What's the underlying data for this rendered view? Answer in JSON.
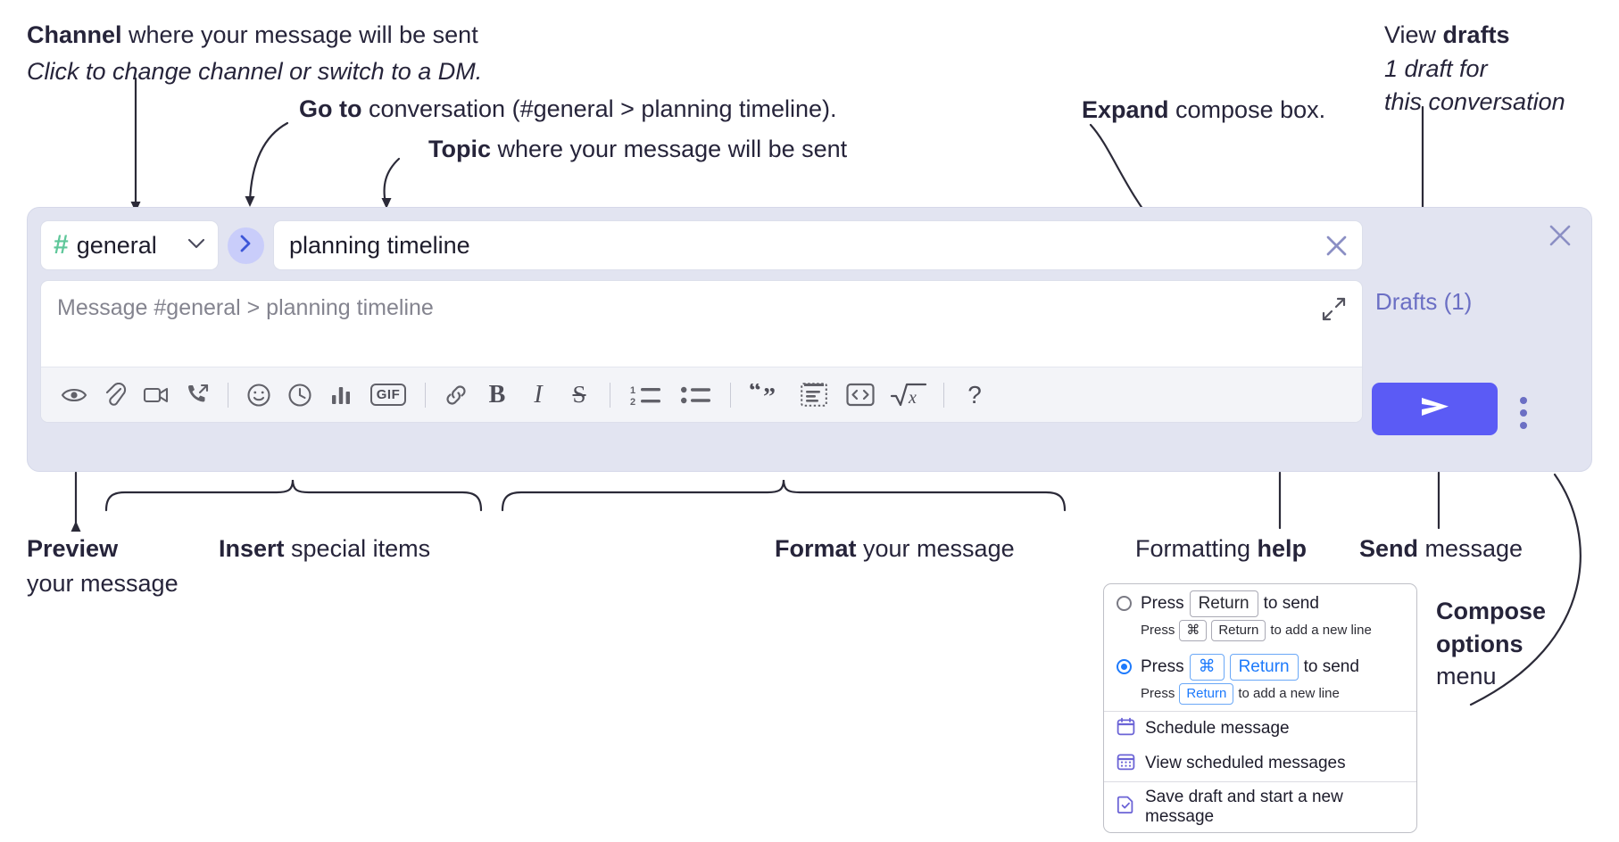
{
  "annotations": {
    "channel": {
      "bold": "Channel",
      "rest": " where your message will be sent",
      "italic": "Click to change channel or switch to a DM."
    },
    "goto": {
      "bold": "Go to",
      "rest": " conversation (#general > planning timeline)."
    },
    "topic": {
      "bold": "Topic",
      "rest": " where your message will be sent"
    },
    "expand": {
      "bold": "Expand",
      "rest": " compose box."
    },
    "drafts": {
      "lead": "View ",
      "bold": "drafts",
      "italic1": "1 draft for",
      "italic2": "this conversation"
    },
    "preview": {
      "bold": "Preview",
      "rest": "your message"
    },
    "insert": {
      "bold": "Insert",
      "rest": " special items"
    },
    "format": {
      "bold": "Format",
      "rest": " your message"
    },
    "help": {
      "lead": "Formatting ",
      "bold": "help"
    },
    "send": {
      "bold": "Send",
      "rest": " message"
    },
    "compose_options": {
      "bold1": "Compose",
      "bold2": "options",
      "rest": "menu"
    }
  },
  "compose": {
    "channel_name": "general",
    "hash_icon": "hash-icon",
    "chevron_icon": "chevron-down-icon",
    "goto_icon": "chevron-right-icon",
    "topic_value": "planning timeline",
    "clear_icon": "close-icon",
    "message_placeholder": "Message #general > planning timeline",
    "expand_icon": "expand-icon",
    "drafts_label": "Drafts (1)",
    "close_icon": "close-icon",
    "send_icon": "send-icon",
    "kebab_icon": "more-options-icon",
    "toolbar": [
      {
        "name": "preview-button",
        "icon": "eye-icon"
      },
      {
        "name": "attach-button",
        "icon": "paperclip-icon"
      },
      {
        "name": "video-clip-button",
        "icon": "video-camera-icon"
      },
      {
        "name": "audio-clip-button",
        "icon": "phone-outgoing-icon"
      },
      {
        "name": "divider",
        "icon": "divider"
      },
      {
        "name": "emoji-button",
        "icon": "smiley-icon"
      },
      {
        "name": "reminder-button",
        "icon": "clock-icon"
      },
      {
        "name": "poll-button",
        "icon": "bar-chart-icon"
      },
      {
        "name": "gif-button",
        "icon": "gif-badge",
        "label": "GIF"
      },
      {
        "name": "divider",
        "icon": "divider"
      },
      {
        "name": "link-button",
        "icon": "link-icon"
      },
      {
        "name": "bold-button",
        "icon": "bold-icon",
        "label": "B"
      },
      {
        "name": "italic-button",
        "icon": "italic-icon",
        "label": "I"
      },
      {
        "name": "strikethrough-button",
        "icon": "strikethrough-icon",
        "label": "S"
      },
      {
        "name": "divider",
        "icon": "divider"
      },
      {
        "name": "ordered-list-button",
        "icon": "ordered-list-icon"
      },
      {
        "name": "bulleted-list-button",
        "icon": "bulleted-list-icon"
      },
      {
        "name": "divider",
        "icon": "divider"
      },
      {
        "name": "blockquote-button",
        "icon": "quote-icon"
      },
      {
        "name": "code-block-button",
        "icon": "code-block-icon"
      },
      {
        "name": "code-button",
        "icon": "code-inline-icon"
      },
      {
        "name": "math-button",
        "icon": "square-root-icon",
        "label": "√x"
      },
      {
        "name": "divider",
        "icon": "divider"
      },
      {
        "name": "formatting-help-button",
        "icon": "question-mark-icon",
        "label": "?"
      }
    ]
  },
  "menu": {
    "option1": {
      "selected": false,
      "pre": "Press",
      "key": "Return",
      "post": "to send",
      "sub_pre": "Press",
      "sub_key1": "⌘",
      "sub_key2": "Return",
      "sub_post": "to add a new line"
    },
    "option2": {
      "selected": true,
      "pre": "Press",
      "key1": "⌘",
      "key2": "Return",
      "post": "to send",
      "sub_pre": "Press",
      "sub_key": "Return",
      "sub_post": "to add a new line"
    },
    "items": [
      {
        "label": "Schedule message",
        "icon": "calendar-icon"
      },
      {
        "label": "View scheduled messages",
        "icon": "calendar-grid-icon"
      },
      {
        "label": "Save draft and start a new message",
        "icon": "file-check-icon"
      }
    ]
  },
  "colors": {
    "accent_send": "#5b5bf5",
    "panel_bg": "#e2e4f1",
    "hash_green": "#5fc79a",
    "drafts_purple": "#6b6fc4",
    "radio_blue": "#1d7afc",
    "menu_icon_purple": "#6b63d6"
  }
}
